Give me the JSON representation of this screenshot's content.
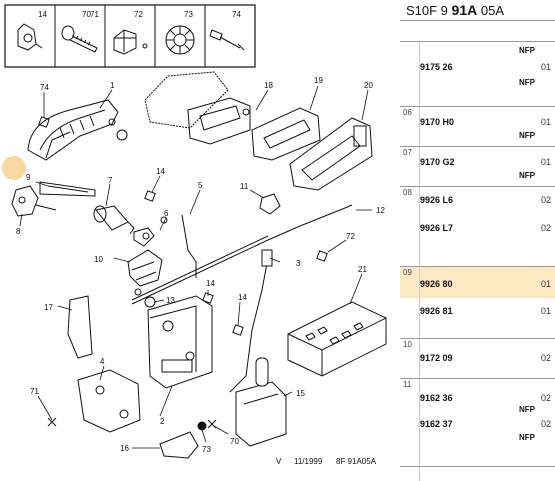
{
  "header": {
    "prefix": "S10F 9",
    "bold": "91A",
    "suffix": "05A"
  },
  "callouts": [
    "14",
    "70",
    "71",
    "72",
    "73",
    "74",
    "1",
    "18",
    "19",
    "20",
    "74",
    "9",
    "7",
    "14",
    "5",
    "11",
    "12",
    "6",
    "8",
    "72",
    "21",
    "10",
    "3",
    "13",
    "14",
    "14",
    "17",
    "4",
    "15",
    "2",
    "71",
    "16",
    "73",
    "70"
  ],
  "footer": {
    "version": "V",
    "date": "11/1999",
    "code": "8F 91A05A"
  },
  "rows": [
    {
      "num": "",
      "lines": [
        {
          "ref": "9175 26",
          "nfp_top": "NFP",
          "nfp": "NFP",
          "qty": "01"
        }
      ]
    },
    {
      "num": "06",
      "lines": [
        {
          "ref": "9170 H0",
          "nfp": "NFP",
          "qty": "01"
        }
      ]
    },
    {
      "num": "07",
      "lines": [
        {
          "ref": "9170 G2",
          "nfp": "NFP",
          "qty": "01"
        }
      ]
    },
    {
      "num": "08",
      "lines": [
        {
          "ref": "9926 L6",
          "nfp": "",
          "qty": "02"
        },
        {
          "ref": "9926 L7",
          "nfp": "",
          "qty": "02"
        }
      ]
    },
    {
      "num": "09",
      "highlight": true,
      "lines": [
        {
          "ref": "9926 80",
          "nfp": "",
          "qty": "01"
        },
        {
          "ref": "9926 81",
          "nfp": "",
          "qty": "01"
        }
      ]
    },
    {
      "num": "10",
      "lines": [
        {
          "ref": "9172 09",
          "nfp": "",
          "qty": "02"
        }
      ]
    },
    {
      "num": "11",
      "lines": [
        {
          "ref": "9162 36",
          "nfp": "NFP",
          "qty": "02"
        },
        {
          "ref": "9162 37",
          "nfp": "NFP",
          "qty": "02"
        }
      ]
    },
    {
      "num": "",
      "lines": []
    }
  ]
}
